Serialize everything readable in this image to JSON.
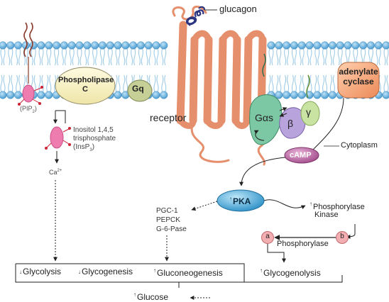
{
  "labels": {
    "glucagon": "glucagon",
    "phospholipase": "Phospholipase C",
    "gq": "Gq",
    "pip2": "(PIP",
    "pip2_sub": "2",
    "pip2_close": ")",
    "receptor": "receptor",
    "adenylate": "adenylate cyclase",
    "g_alpha": "Gαs",
    "g_beta": "β",
    "g_gamma": "γ",
    "camp": "cAMP",
    "cytoplasm": "Cytoplasm",
    "insp3_line1": "Inositol 1,4,5",
    "insp3_line2": "trisphosphate",
    "insp3_line3": "(InsP",
    "insp3_sub": "3",
    "insp3_close": ")",
    "ca": "Ca",
    "ca_sup": "2+",
    "pka": "PKA",
    "phosphorylase_kinase_1": "Phosphorylase",
    "phosphorylase_kinase_2": "Kinase",
    "pgc": "PGC-1",
    "pepck": "PEPCK",
    "g6pase": "G-6-Pase",
    "a": "a",
    "b": "b",
    "phosphorylase": "Phosphorylase",
    "glycolysis": "Glycolysis",
    "glycogenesis": "Glycogenesis",
    "gluconeogenesis": "Gluconeogenesis",
    "glycogenolysis": "Glycogenolysis",
    "glucose": "Glucose"
  },
  "colors": {
    "lipid_head": "#5aa9d8",
    "lipid_tail": "#9fcbe6",
    "receptor": "#e58f6c",
    "phospholipase": "#f8f2c2",
    "gq": "#c5cf96",
    "pip2": "#ee7cae",
    "adenylate": "#f5a67a",
    "g_alpha": "#7cc8a4",
    "g_beta": "#b8a3dc",
    "g_gamma": "#c9e3a2",
    "camp": "#c06aa6",
    "pka": "#3aa6d6",
    "phospho_ab": "#f2aeb0",
    "glucagon": "#2b3480"
  }
}
